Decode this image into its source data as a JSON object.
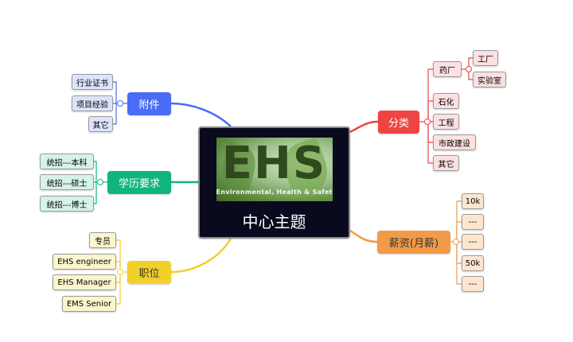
{
  "central": {
    "logo_text": "EHS",
    "logo_subtext": "Environmental, Health & Safety",
    "title": "中心主题"
  },
  "branches": {
    "attachment": {
      "label": "附件",
      "color": "#4a6cf7",
      "children": [
        "行业证书",
        "项目经验",
        "其它"
      ]
    },
    "education": {
      "label": "学历要求",
      "color": "#10b57b",
      "children": [
        "统招---本科",
        "统招---硕士",
        "统招---博士"
      ]
    },
    "position": {
      "label": "职位",
      "color": "#f2d02b",
      "children": [
        "专员",
        "EHS engineer",
        "EHS Manager",
        "EMS Senior"
      ]
    },
    "category": {
      "label": "分类",
      "color": "#ef4444",
      "children": [
        "药厂",
        "石化",
        "工程",
        "市政建设",
        "其它"
      ],
      "pharma_children": [
        "工厂",
        "实验室"
      ]
    },
    "salary": {
      "label": "薪资(月薪)",
      "color": "#f29a48",
      "children": [
        "10k",
        "---",
        "---",
        "50k",
        "---"
      ]
    }
  }
}
